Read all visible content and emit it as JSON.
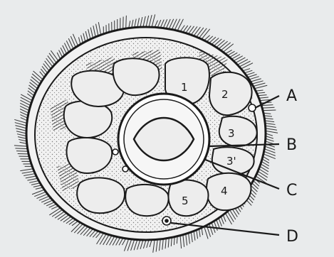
{
  "diagram": {
    "segment_numbers": {
      "n1": "1",
      "n2": "2",
      "n3a": "3",
      "n3b": "3'",
      "n4": "4",
      "n5": "5"
    },
    "callout_labels": {
      "A": "A",
      "B": "B",
      "C": "C",
      "D": "D"
    },
    "colors": {
      "background": "#e9ebec",
      "ink": "#1a1a1a",
      "cell_fill": "#ededed",
      "dark_band": "#2a2a2a"
    }
  }
}
